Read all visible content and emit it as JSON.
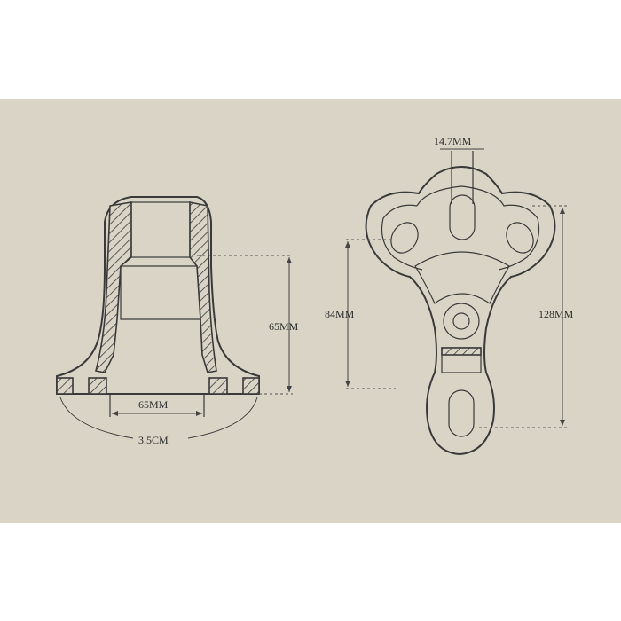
{
  "colors": {
    "paper": "#d9d4c6",
    "ink": "#3a3a3a",
    "background": "#ffffff"
  },
  "left_part": {
    "dim_height": "65MM",
    "dim_inner_width": "65MM",
    "dim_base_width": "3.5CM"
  },
  "right_part": {
    "dim_slot_width": "14.7MM",
    "dim_mid_height": "84MM",
    "dim_total_height": "128MM"
  }
}
